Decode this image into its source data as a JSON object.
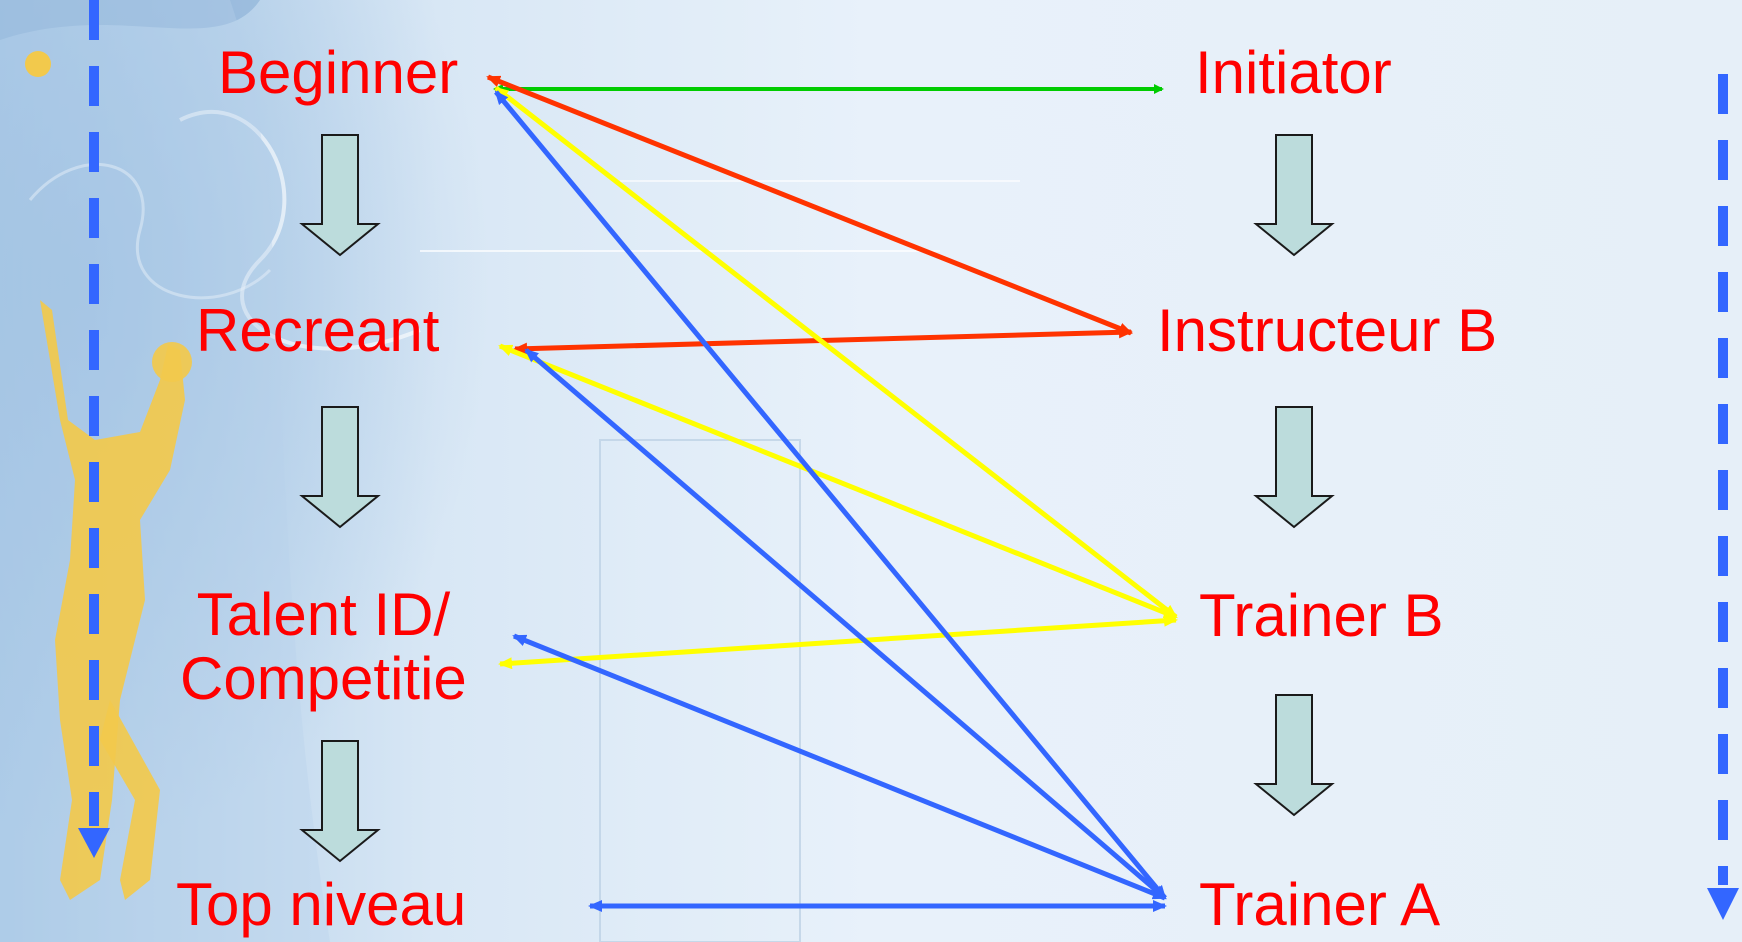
{
  "levels": {
    "left": [
      {
        "id": "beginner",
        "label": "Beginner"
      },
      {
        "id": "recreant",
        "label": "Recreant"
      },
      {
        "id": "talent",
        "lines": [
          "Talent ID/",
          "Competitie"
        ]
      },
      {
        "id": "top",
        "label": "Top niveau"
      }
    ],
    "right": [
      {
        "id": "initiator",
        "label": "Initiator"
      },
      {
        "id": "instructeur_b",
        "label": "Instructeur B"
      },
      {
        "id": "trainer_b",
        "label": "Trainer B"
      },
      {
        "id": "trainer_a",
        "label": "Trainer A"
      }
    ]
  },
  "connections": [
    {
      "from": "initiator",
      "to": "beginner",
      "color": "#00cc00"
    },
    {
      "from": "instructeur_b",
      "to": "beginner",
      "color": "#ff3300"
    },
    {
      "from": "instructeur_b",
      "to": "recreant",
      "color": "#ff3300"
    },
    {
      "from": "trainer_b",
      "to": "beginner",
      "color": "#ffff00"
    },
    {
      "from": "trainer_b",
      "to": "recreant",
      "color": "#ffff00"
    },
    {
      "from": "trainer_b",
      "to": "talent",
      "color": "#ffff00"
    },
    {
      "from": "trainer_a",
      "to": "beginner",
      "color": "#3366ff"
    },
    {
      "from": "trainer_a",
      "to": "recreant",
      "color": "#3366ff"
    },
    {
      "from": "trainer_a",
      "to": "talent",
      "color": "#3366ff"
    },
    {
      "from": "trainer_a",
      "to": "top",
      "color": "#3366ff"
    }
  ],
  "colors": {
    "label": "#ff0000",
    "step_arrow_fill": "#bcdcdc",
    "step_arrow_stroke": "#1a1a1a",
    "progression_line": "#3366ff",
    "figure": "#f2c94c"
  }
}
